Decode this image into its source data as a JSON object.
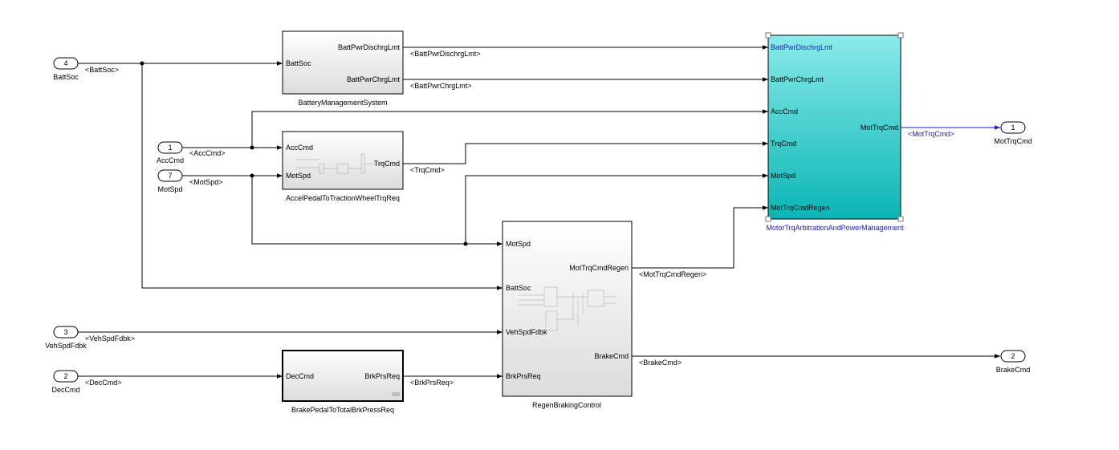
{
  "inports": [
    {
      "id": "battsoc",
      "num": "4",
      "name": "BattSoc",
      "signal": "<BattSoc>"
    },
    {
      "id": "acccmd",
      "num": "1",
      "name": "AccCmd",
      "signal": "<AccCmd>"
    },
    {
      "id": "motspd",
      "num": "7",
      "name": "MotSpd",
      "signal": "<MotSpd>"
    },
    {
      "id": "vehspd",
      "num": "3",
      "name": "VehSpdFdbk",
      "signal": "<VehSpdFdbk>"
    },
    {
      "id": "deccmd",
      "num": "2",
      "name": "DecCmd",
      "signal": "<DecCmd>"
    }
  ],
  "outports": [
    {
      "id": "mottrq",
      "num": "1",
      "name": "MotTrqCmd"
    },
    {
      "id": "brake",
      "num": "2",
      "name": "BrakeCmd"
    }
  ],
  "blocks": {
    "bms": {
      "name": "BatteryManagementSystem",
      "inputs": [
        "BattSoc"
      ],
      "outputs": [
        "BattPwrDischrgLmt",
        "BattPwrChrgLmt"
      ]
    },
    "accel": {
      "name": "AccelPedalToTractionWheelTrqReq",
      "inputs": [
        "AccCmd",
        "MotSpd"
      ],
      "outputs": [
        "TrqCmd"
      ]
    },
    "arb": {
      "name": "MotorTrqArbitrationAndPowerManagement",
      "inputs": [
        "BattPwrDischrgLmt",
        "BattPwrChrgLmt",
        "AccCmd",
        "TrqCmd",
        "MotSpd",
        "MotTrqCmdRegen"
      ],
      "outputs": [
        "MotTrqCmd"
      ]
    },
    "regen": {
      "name": "RegenBrakingControl",
      "inputs": [
        "MotSpd",
        "BattSoc",
        "VehSpdFdbk",
        "BrkPrsReq"
      ],
      "outputs": [
        "MotTrqCmdRegen",
        "BrakeCmd"
      ]
    },
    "brakeped": {
      "name": "BrakePedalToTotalBrkPressReq",
      "inputs": [
        "DecCmd"
      ],
      "outputs": [
        "BrkPrsReq"
      ]
    }
  },
  "signals": {
    "battpwrdischrg": "<BattPwrDischrgLmt>",
    "battpwrchrg": "<BattPwrChrgLmt>",
    "trqcmd": "<TrqCmd>",
    "mottrqcmd": "<MotTrqCmd>",
    "mottrqcmdregen": "<MotTrqCmdRegen>",
    "brkprsreq": "<BrkPrsReq>",
    "brakecmd": "<BrakeCmd>"
  },
  "colors": {
    "wire": "#000000",
    "highlight_wire": "#1a1ad0",
    "arb_fill_top": "#8aeaea",
    "arb_fill_bottom": "#0ab5b5",
    "block_fill_top": "#ffffff",
    "block_fill_bottom": "#dcdcdc"
  }
}
